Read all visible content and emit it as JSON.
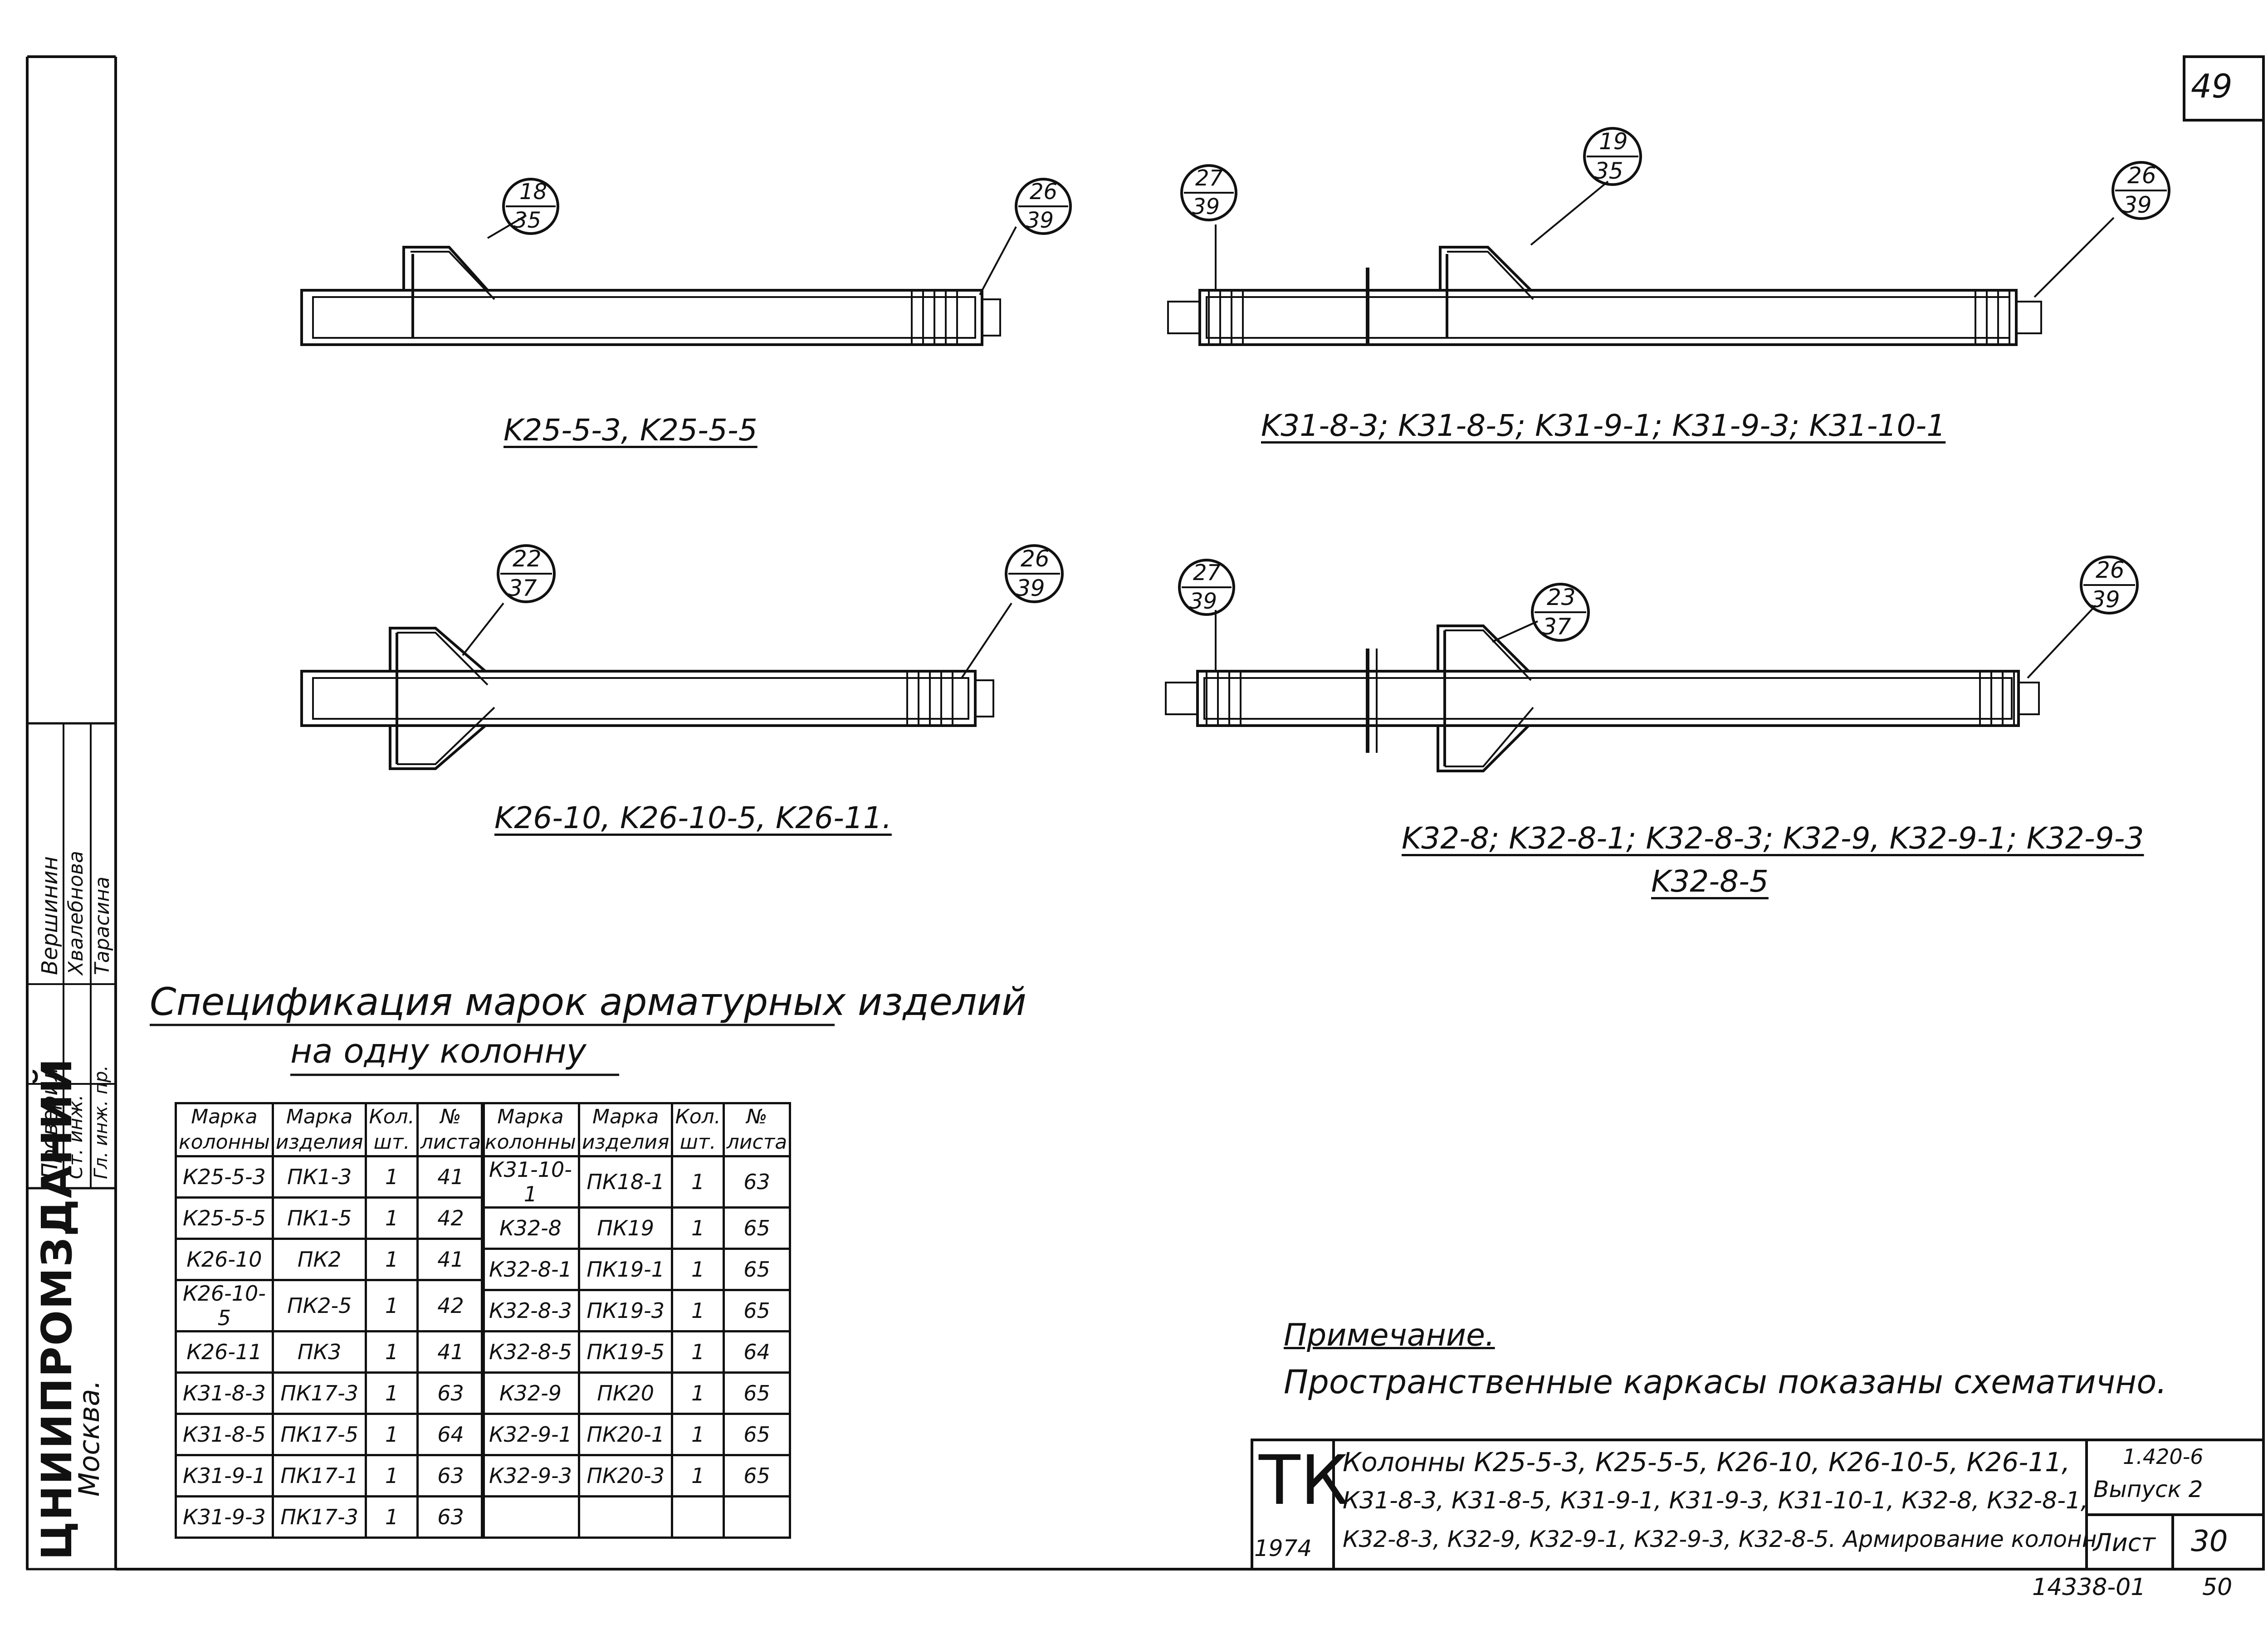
{
  "sheet_number": "49",
  "drawings": {
    "top_left": {
      "caption": "K25-5-3, K25-5-5",
      "callout_a": {
        "top": "18",
        "bottom": "35"
      },
      "callout_b": {
        "top": "26",
        "bottom": "39"
      }
    },
    "top_right": {
      "caption": "K31-8-3; K31-8-5; K31-9-1; K31-9-3; K31-10-1",
      "callout_a": {
        "top": "27",
        "bottom": "39"
      },
      "callout_b": {
        "top": "19",
        "bottom": "35"
      },
      "callout_c": {
        "top": "26",
        "bottom": "39"
      }
    },
    "bottom_left": {
      "caption": "K26-10, K26-10-5, K26-11.",
      "callout_a": {
        "top": "22",
        "bottom": "37"
      },
      "callout_b": {
        "top": "26",
        "bottom": "39"
      }
    },
    "bottom_right": {
      "caption_line1": "K32-8; K32-8-1; K32-8-3; K32-9, K32-9-1; K32-9-3",
      "caption_line2": "K32-8-5",
      "callout_a": {
        "top": "27",
        "bottom": "39"
      },
      "callout_b": {
        "top": "23",
        "bottom": "37"
      },
      "callout_c": {
        "top": "26",
        "bottom": "39"
      }
    }
  },
  "spec": {
    "title_line1": "Спецификация марок арматурных изделий",
    "title_line2": "на одну колонну",
    "headers": [
      "Марка колонны",
      "Марка изделия",
      "Кол. шт.",
      "№ листа"
    ],
    "left_rows": [
      [
        "К25-5-3",
        "ПК1-3",
        "1",
        "41"
      ],
      [
        "К25-5-5",
        "ПК1-5",
        "1",
        "42"
      ],
      [
        "К26-10",
        "ПК2",
        "1",
        "41"
      ],
      [
        "К26-10-5",
        "ПК2-5",
        "1",
        "42"
      ],
      [
        "К26-11",
        "ПК3",
        "1",
        "41"
      ],
      [
        "К31-8-3",
        "ПК17-3",
        "1",
        "63"
      ],
      [
        "К31-8-5",
        "ПК17-5",
        "1",
        "64"
      ],
      [
        "К31-9-1",
        "ПК17-1",
        "1",
        "63"
      ],
      [
        "К31-9-3",
        "ПК17-3",
        "1",
        "63"
      ]
    ],
    "right_rows": [
      [
        "К31-10-1",
        "ПК18-1",
        "1",
        "63"
      ],
      [
        "К32-8",
        "ПК19",
        "1",
        "65"
      ],
      [
        "К32-8-1",
        "ПК19-1",
        "1",
        "65"
      ],
      [
        "К32-8-3",
        "ПК19-3",
        "1",
        "65"
      ],
      [
        "К32-8-5",
        "ПК19-5",
        "1",
        "64"
      ],
      [
        "К32-9",
        "ПК20",
        "1",
        "65"
      ],
      [
        "К32-9-1",
        "ПК20-1",
        "1",
        "65"
      ],
      [
        "К32-9-3",
        "ПК20-3",
        "1",
        "65"
      ],
      [
        "",
        "",
        "",
        ""
      ]
    ]
  },
  "note": {
    "title": "Примечание.",
    "text": "Пространственные каркасы показаны схематично."
  },
  "title_block": {
    "series_mark": "ТК",
    "year": "1974",
    "line1": "Колонны К25-5-3, К25-5-5, К26-10, К26-10-5, К26-11,",
    "line2": "К31-8-3, К31-8-5, К31-9-1, К31-9-3, К31-10-1, К32-8, К32-8-1,",
    "line3": "К32-8-3, К32-9, К32-9-1, К32-9-3, К32-8-5. Армирование колонн",
    "series_code": "1.420-6",
    "issue_label": "Выпуск 2",
    "sheet_label": "Лист",
    "sheet_value": "30"
  },
  "footer": {
    "doc_number": "14338-01",
    "page": "50"
  },
  "side_stamp": {
    "org": "ЦНИИПРОМЗДАНИЙ",
    "city": "Москва.",
    "roles": [
      "Проверил",
      "Ст. инж.",
      "Гл. инж. пр."
    ],
    "names": [
      "Вершинин",
      "Хвалебнова",
      "Тарасина"
    ]
  }
}
